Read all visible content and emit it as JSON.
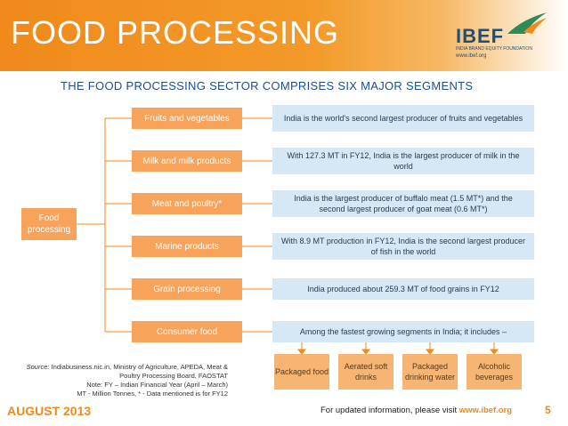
{
  "header": {
    "title": "FOOD PROCESSING",
    "logo_text": "IBEF",
    "logo_subtitle": "INDIA BRAND EQUITY FOUNDATION",
    "logo_url": "www.ibef.org"
  },
  "subtitle": "THE FOOD PROCESSING SECTOR COMPRISES SIX MAJOR SEGMENTS",
  "root": "Food processing",
  "segments": [
    {
      "label": "Fruits and vegetables",
      "desc": "India is the world's second largest producer of fruits and vegetables"
    },
    {
      "label": "Milk and milk products",
      "desc": "With 127.3 MT in FY12, India is the largest producer of milk in the world"
    },
    {
      "label": "Meat and poultry*",
      "desc": "India is the largest producer of buffalo meat (1.5 MT*) and the second largest producer of goat meat (0.6 MT*)"
    },
    {
      "label": "Marine products",
      "desc": "With 8.9 MT production in FY12, India is the second largest producer of fish in the world"
    },
    {
      "label": "Grain processing",
      "desc": "India produced about 259.3 MT of food grains in FY12"
    },
    {
      "label": "Consumer food",
      "desc": "Among the fastest growing segments in India; it includes –"
    }
  ],
  "consumer_items": [
    "Packaged food",
    "Aerated soft drinks",
    "Packaged drinking water",
    "Alcoholic beverages"
  ],
  "source": {
    "prefix": "Source:",
    "text": " Indiabusiness.nic.in, Ministry of Agriculture, APEDA, Meat & Poultry Processing Board, FAOSTAT",
    "note": "Note: FY – Indian Financial Year (April – March)",
    "legend": "MT - Million Tonnes, * - Data mentioned is for FY12"
  },
  "footer": {
    "date": "AUGUST 2013",
    "info": "For updated information, please visit ",
    "url": "www.ibef.org",
    "page": "5"
  },
  "colors": {
    "accent_orange": "#f08a1a",
    "segment_box": "#f7a35c",
    "description_box": "#d6e7f5",
    "title_blue": "#1f4e8c"
  }
}
